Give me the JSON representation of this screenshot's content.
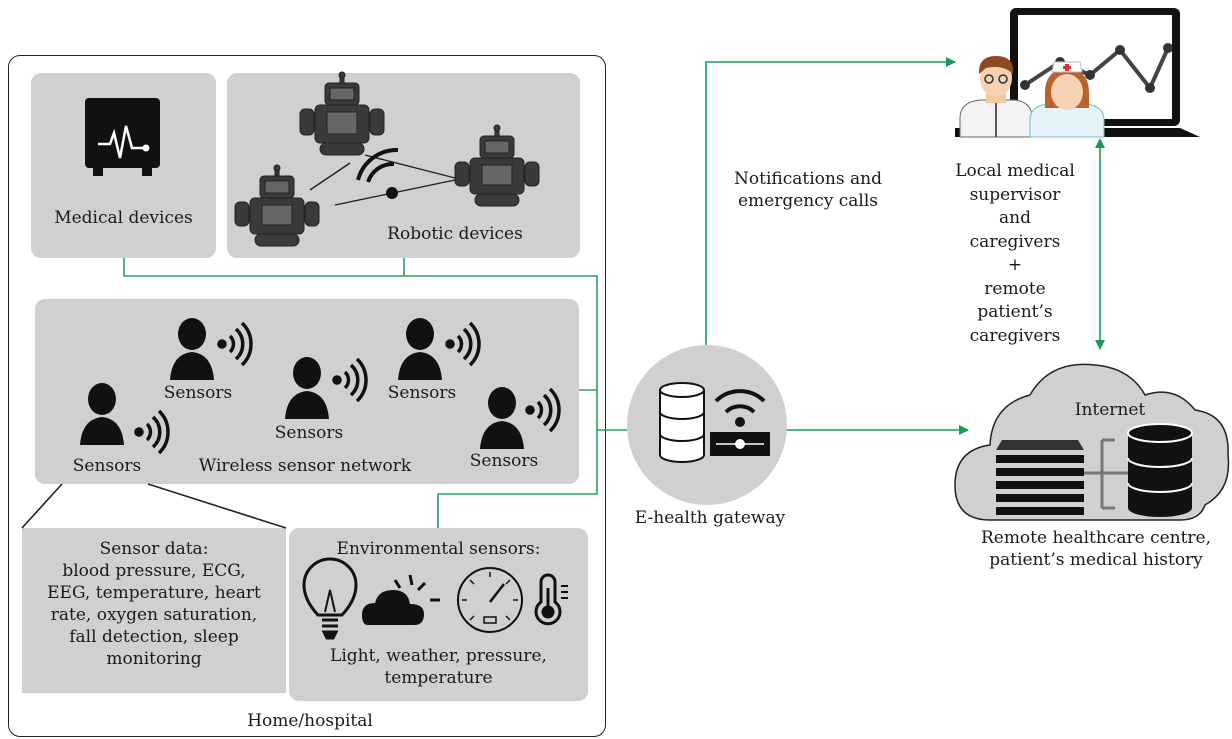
{
  "home_hospital": {
    "label": "Home/hospital",
    "medical_devices": {
      "label": "Medical devices",
      "icon": "ecg-monitor-icon"
    },
    "robotic_devices": {
      "label": "Robotic devices",
      "icon": "robot-icon"
    },
    "wireless_network": {
      "label": "Wireless sensor network",
      "sensors": [
        "Sensors",
        "Sensors",
        "Sensors",
        "Sensors",
        "Sensors"
      ]
    },
    "sensor_data": {
      "text": "Sensor data:\nblood pressure, ECG,\nEEG, temperature, heart\nrate, oxygen saturation,\nfall detection, sleep\nmonitoring"
    },
    "environmental": {
      "title": "Environmental sensors:",
      "caption": "Light, weather, pressure,\ntemperature",
      "icons": [
        "light-bulb-icon",
        "weather-icon",
        "pressure-gauge-icon",
        "thermometer-icon"
      ]
    }
  },
  "gateway": {
    "label": "E-health gateway"
  },
  "notifications": {
    "label": "Notifications and\nemergency calls"
  },
  "supervisor": {
    "label": "Local medical\nsupervisor\nand\ncaregivers\n+\nremote\npatient’s\ncaregivers"
  },
  "cloud": {
    "title": "Internet",
    "caption": "Remote healthcare centre,\npatient’s medical history"
  },
  "colors": {
    "panel": "#d0d0d0",
    "arrow": "#1a9a5a",
    "connector": "#2aa05f",
    "icon": "#111111"
  }
}
